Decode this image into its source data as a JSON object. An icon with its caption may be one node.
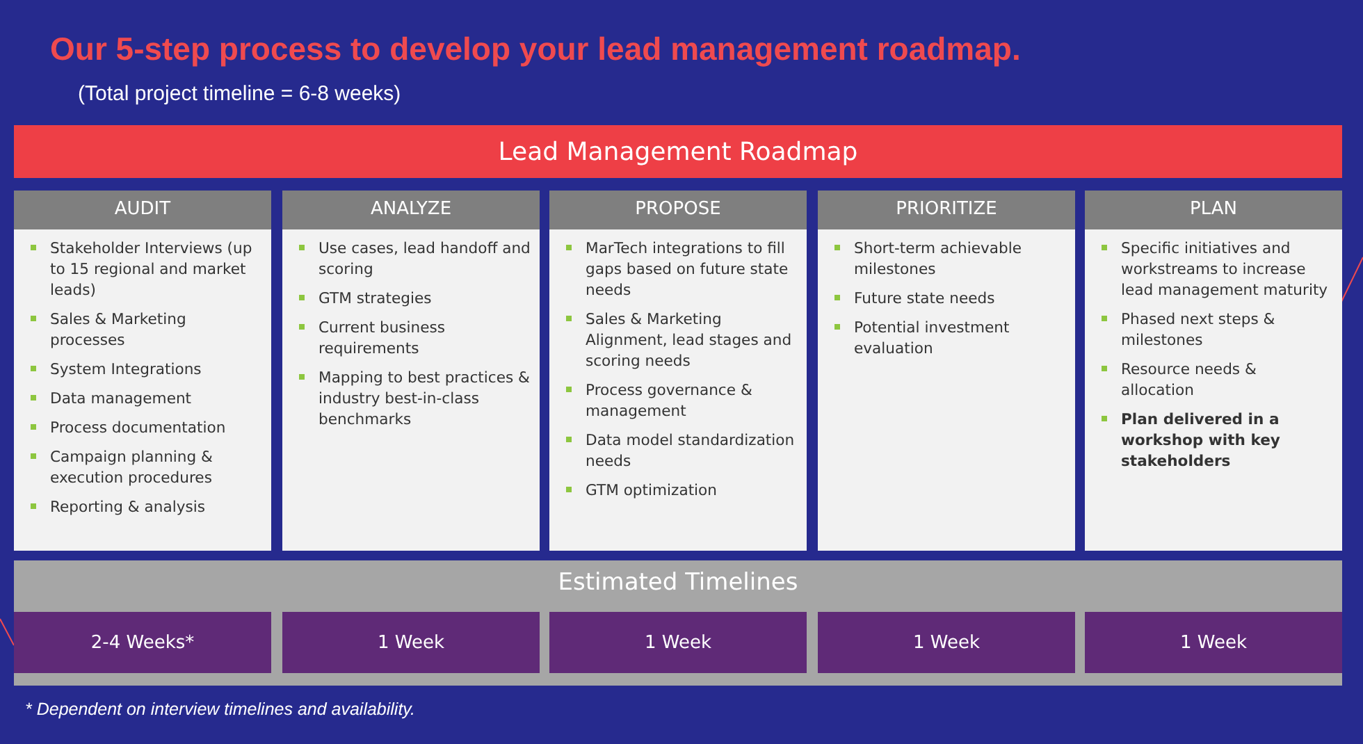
{
  "diagram": {
    "title": "Our 5-step process to develop your lead management roadmap.",
    "caption": "* Dependent on interview timelines and availability.",
    "labels": [
      "(Total project timeline = 6-8 weeks)"
    ],
    "nodes": [
      {
        "text": [
          "Lead Management Roadmap"
        ]
      },
      {
        "text": [
          "AUDIT",
          "Stakeholder Interviews (up to 15 regional and market leads)",
          "Sales & Marketing processes",
          "System Integrations",
          "Data management",
          "Process documentation",
          "Campaign planning & execution procedures",
          "Reporting & analysis"
        ]
      },
      {
        "text": [
          "ANALYZE",
          "Use cases, lead handoff and scoring",
          "GTM strategies",
          "Current business requirements",
          "Mapping to best practices & industry best-in-class benchmarks"
        ]
      },
      {
        "text": [
          "PROPOSE",
          "MarTech integrations to fill gaps based on future state needs",
          "Sales & Marketing Alignment, lead stages and scoring needs",
          "Process governance & management",
          "Data model standardization needs",
          "GTM optimization"
        ]
      },
      {
        "text": [
          "PRIORITIZE",
          "Short-term achievable milestones",
          "Future state needs",
          "Potential investment evaluation"
        ]
      },
      {
        "text": [
          "PLAN",
          "Specific initiatives and workstreams to increase lead management maturity",
          "Phased next steps & milestones",
          "Resource needs & allocation",
          "**Plan delivered in a workshop with key stakeholders**"
        ]
      },
      {
        "text": [
          "Estimated Timelines"
        ]
      },
      {
        "text": [
          "2-4 Weeks*"
        ],
        "in": 6
      },
      {
        "text": [
          "1 Week"
        ],
        "in": 6
      },
      {
        "text": [
          "1 Week"
        ],
        "in": 6
      },
      {
        "text": [
          "1 Week"
        ],
        "in": 6
      },
      {
        "text": [
          "1 Week"
        ],
        "in": 6
      }
    ],
    "edges": []
  }
}
